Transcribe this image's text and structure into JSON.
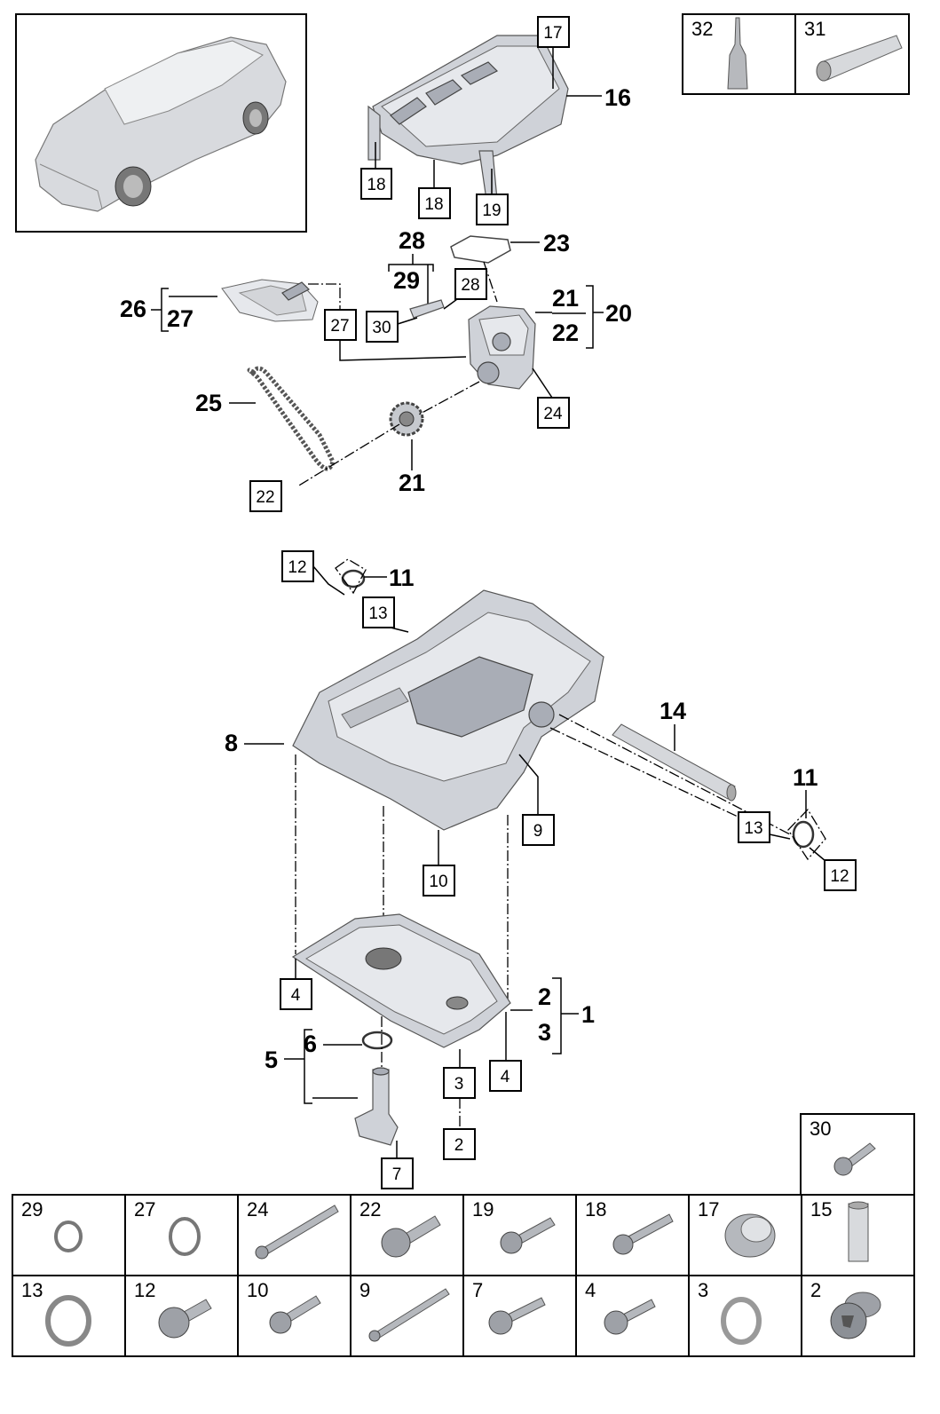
{
  "callouts": {
    "c17": "17",
    "c16": "16",
    "c18a": "18",
    "c18b": "18",
    "c19": "19",
    "c28": "28",
    "c29": "29",
    "c23": "23",
    "c28box": "28",
    "c21a": "21",
    "c22a": "22",
    "c20": "20",
    "c26": "26",
    "c27": "27",
    "c27box": "27",
    "c30box": "30",
    "c25": "25",
    "c24box": "24",
    "c21b": "21",
    "c22box": "22",
    "c12a": "12",
    "c11a": "11",
    "c13a": "13",
    "c14": "14",
    "c8": "8",
    "c11b": "11",
    "c13b": "13",
    "c12b": "12",
    "c9": "9",
    "c10": "10",
    "c4a": "4",
    "c2a": "2",
    "c1": "1",
    "c3a": "3",
    "c6": "6",
    "c5": "5",
    "c3box": "3",
    "c4box": "4",
    "c2box": "2",
    "c7": "7"
  },
  "consumables": [
    {
      "number": "32",
      "icon": "oil-bottle-icon"
    },
    {
      "number": "31",
      "icon": "grease-tube-icon"
    }
  ],
  "parts_grid": {
    "corner": {
      "number": "30",
      "icon": "bolt-icon"
    },
    "row1": [
      {
        "number": "29",
        "icon": "o-ring-icon"
      },
      {
        "number": "27",
        "icon": "o-ring-icon"
      },
      {
        "number": "24",
        "icon": "long-bolt-icon"
      },
      {
        "number": "22",
        "icon": "bolt-icon"
      },
      {
        "number": "19",
        "icon": "bolt-icon"
      },
      {
        "number": "18",
        "icon": "bolt-icon"
      },
      {
        "number": "17",
        "icon": "bushing-icon"
      },
      {
        "number": "15",
        "icon": "sleeve-icon"
      }
    ],
    "row2": [
      {
        "number": "13",
        "icon": "sealing-ring-icon"
      },
      {
        "number": "12",
        "icon": "bolt-icon"
      },
      {
        "number": "10",
        "icon": "bolt-icon"
      },
      {
        "number": "9",
        "icon": "long-bolt-icon"
      },
      {
        "number": "7",
        "icon": "bolt-icon"
      },
      {
        "number": "4",
        "icon": "bolt-icon"
      },
      {
        "number": "3",
        "icon": "sealing-ring-icon"
      },
      {
        "number": "2",
        "icon": "drain-plug-icon"
      }
    ]
  }
}
